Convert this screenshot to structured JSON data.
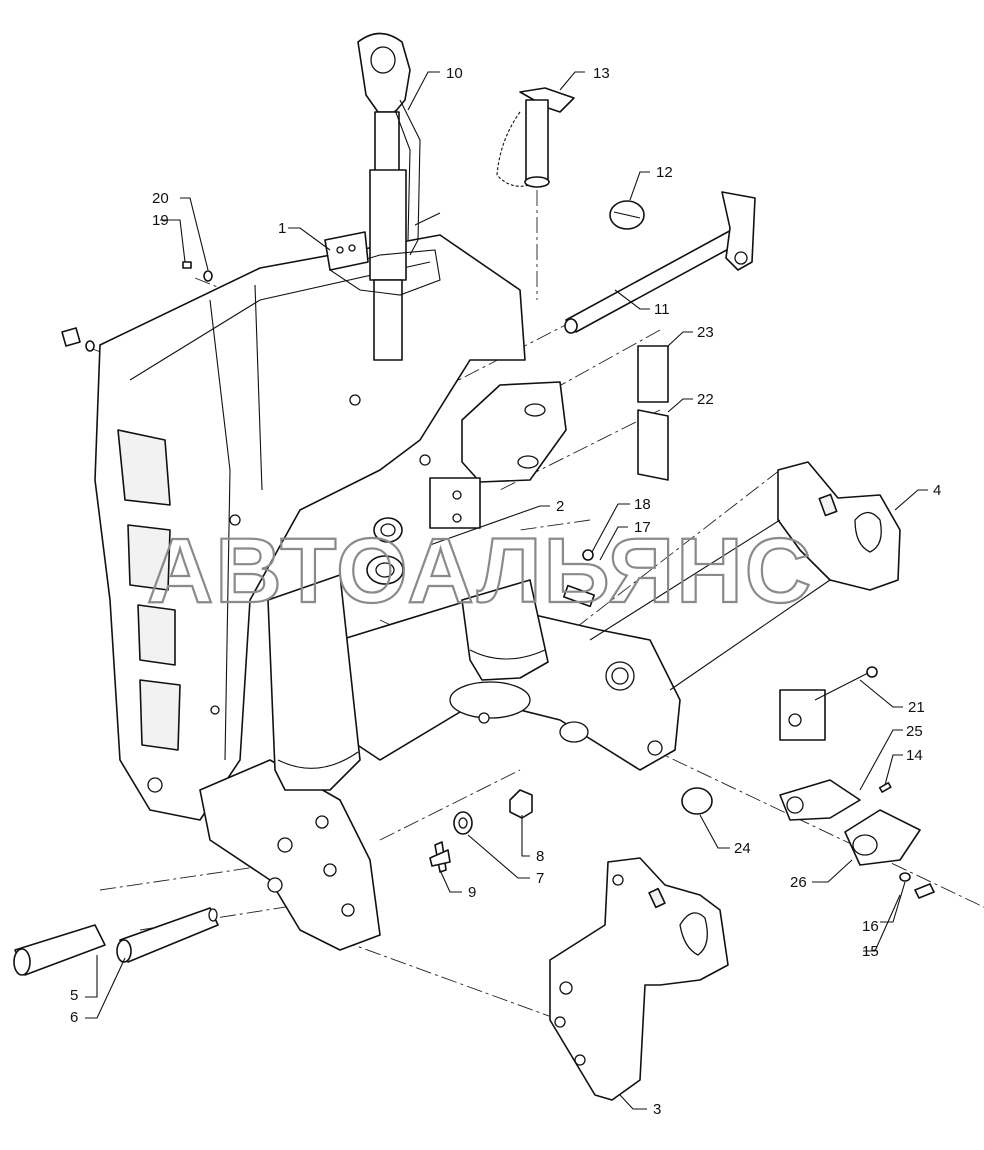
{
  "watermark": "АВТОАЛЬЯНС",
  "callouts": {
    "c1": "1",
    "c2": "2",
    "c3": "3",
    "c4": "4",
    "c5": "5",
    "c6": "6",
    "c7": "7",
    "c8": "8",
    "c9": "9",
    "c10": "10",
    "c11": "11",
    "c12": "12",
    "c13": "13",
    "c14": "14",
    "c15": "15",
    "c16": "16",
    "c17": "17",
    "c18": "18",
    "c19": "19",
    "c20": "20",
    "c21": "21",
    "c22": "22",
    "c23": "23",
    "c24": "24",
    "c25": "25",
    "c26": "26"
  }
}
